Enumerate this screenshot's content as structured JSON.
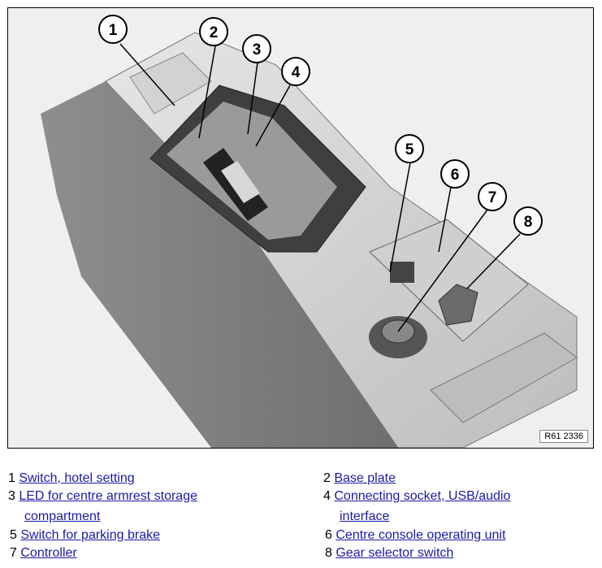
{
  "figure": {
    "reference_code": "R61 2336",
    "callouts": [
      "1",
      "2",
      "3",
      "4",
      "5",
      "6",
      "7",
      "8"
    ]
  },
  "legend": [
    {
      "number": "1",
      "lines": [
        "Switch, hotel setting"
      ]
    },
    {
      "number": "2",
      "lines": [
        "Base plate"
      ]
    },
    {
      "number": "3",
      "lines": [
        "LED for centre armrest storage",
        "compartment"
      ]
    },
    {
      "number": "4",
      "lines": [
        "Connecting socket, USB/audio",
        "interface"
      ]
    },
    {
      "number": "5",
      "lines": [
        "Switch for parking brake"
      ]
    },
    {
      "number": "6",
      "lines": [
        "Centre console operating unit"
      ]
    },
    {
      "number": "7",
      "lines": [
        "Controller"
      ]
    },
    {
      "number": "8",
      "lines": [
        "Gear selector switch"
      ]
    }
  ],
  "colors": {
    "link": "#1a1aa6"
  }
}
